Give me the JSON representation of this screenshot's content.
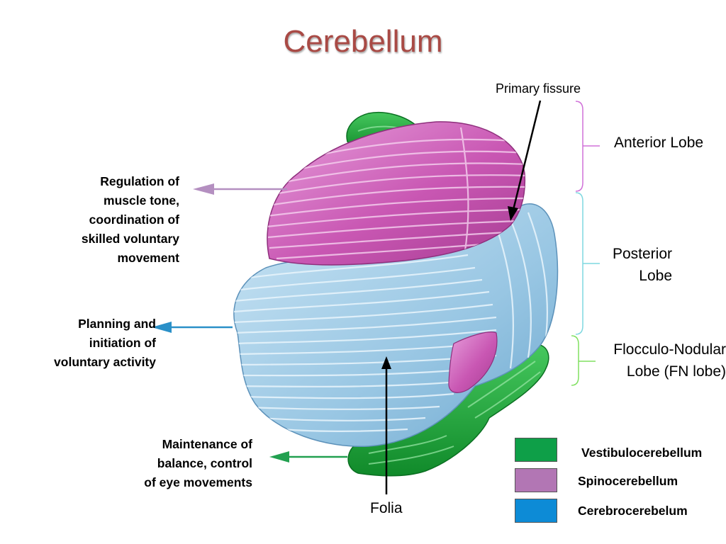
{
  "title": "Cerebellum",
  "labels": {
    "primary_fissure": "Primary fissure",
    "anterior_lobe": "Anterior Lobe",
    "posterior_lobe_line1": "Posterior",
    "posterior_lobe_line2": "Lobe",
    "fn_lobe_line1": "Flocculo-Nodular",
    "fn_lobe_line2": "Lobe (FN lobe)",
    "folia": "Folia"
  },
  "functions": {
    "spino": [
      "Regulation of",
      "muscle tone,",
      "coordination of",
      "skilled voluntary",
      "movement"
    ],
    "cerebro": [
      "Planning and",
      "initiation of",
      "voluntary activity"
    ],
    "vestibulo": [
      "Maintenance of",
      "balance, control",
      "of eye movements"
    ]
  },
  "legend": [
    {
      "label": "Vestibulocerebellum",
      "color": "#0e9f48"
    },
    {
      "label": "Spinocerebellum",
      "color": "#b276b4"
    },
    {
      "label": "Cerebrocerebelum",
      "color": "#0d8bd6"
    }
  ],
  "colors": {
    "title": "#a94a45",
    "pink_region": "#cc5fb5",
    "blue_region": "#9fcbe6",
    "green_region": "#1fa83a",
    "bracket_anterior": "#d070d8",
    "bracket_posterior": "#7fd8e0",
    "bracket_fn": "#80e060",
    "arrow_spino": "#b48fc0",
    "arrow_cerebro": "#2a90c8",
    "arrow_vestibulo": "#22a050"
  }
}
